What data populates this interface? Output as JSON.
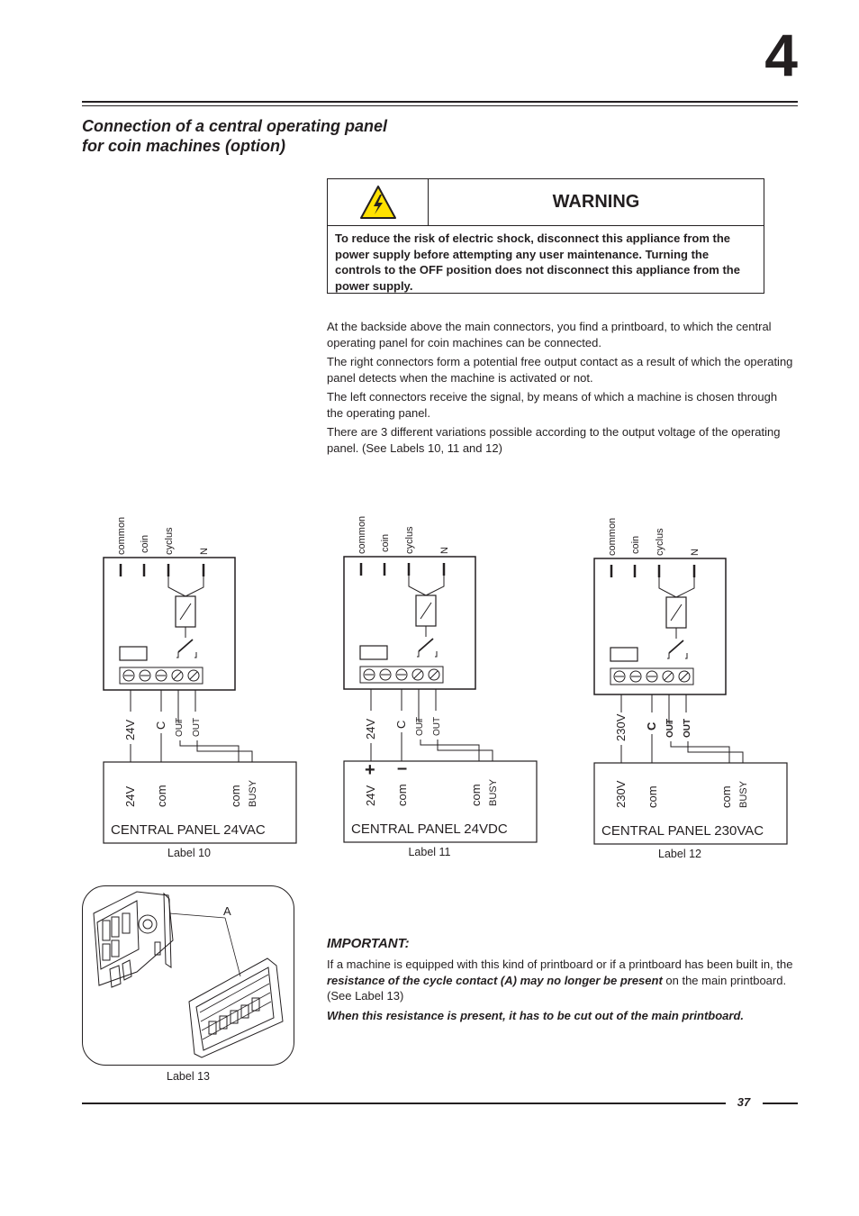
{
  "header": {
    "chapter_number": "4"
  },
  "section": {
    "title": "Connection of a central operating panel for coin machines (option)"
  },
  "warning": {
    "title": "WARNING",
    "icon": "high-voltage-warning-icon",
    "text": "To reduce the risk of electric shock, disconnect this appliance from the power supply before attempting any user maintenance. Turning the controls to the OFF position does not disconnect this appliance from the power supply."
  },
  "body": {
    "paragraphs": [
      "At the backside above the main connectors, you find a printboard, to which the central operating panel for coin machines can be connected.",
      "The right connectors form a potential free output contact as a result of which the operating panel detects when the machine is activated or not.",
      "The left connectors receive the signal, by means of which a machine is chosen through the operating panel.",
      "There are 3 different variations possible according to the output voltage of the operating panel. (See Labels 10, 11 and 12)"
    ]
  },
  "diagrams": [
    {
      "terminal_labels": [
        "common",
        "coin",
        "cyclus",
        "N"
      ],
      "wire_labels": [
        "24V",
        "C",
        "OUT",
        "OUT"
      ],
      "panel_terminals": [
        "24V",
        "com",
        "com",
        "BUSY"
      ],
      "panel_polarity": [
        "",
        ""
      ],
      "panel_name": "CENTRAL PANEL 24VAC",
      "caption": "Label 10"
    },
    {
      "terminal_labels": [
        "common",
        "coin",
        "cyclus",
        "N"
      ],
      "wire_labels": [
        "24V",
        "C",
        "OUT",
        "OUT"
      ],
      "panel_terminals": [
        "24V",
        "com",
        "com",
        "BUSY"
      ],
      "panel_polarity": [
        "+",
        "–"
      ],
      "panel_name": "CENTRAL PANEL 24VDC",
      "caption": "Label 11"
    },
    {
      "terminal_labels": [
        "common",
        "coin",
        "cyclus",
        "N"
      ],
      "wire_labels": [
        "230V",
        "C",
        "OUT",
        "OUT"
      ],
      "panel_terminals": [
        "230V",
        "com",
        "com",
        "BUSY"
      ],
      "panel_polarity": [
        "",
        ""
      ],
      "panel_name": "CENTRAL PANEL 230VAC",
      "caption": "Label 12"
    }
  ],
  "photo": {
    "callout": "A",
    "caption": "Label 13"
  },
  "important": {
    "heading": "IMPORTANT:",
    "text_before": "If a machine is equipped with this kind of printboard or if a printboard has been built in, the ",
    "text_bold": "resistance of the cycle contact (A) may no longer be present",
    "text_after": " on the main printboard. (See Label 13)",
    "final": "When this resistance is present, it has to be cut out of the main printboard."
  },
  "footer": {
    "page_number": "37"
  }
}
